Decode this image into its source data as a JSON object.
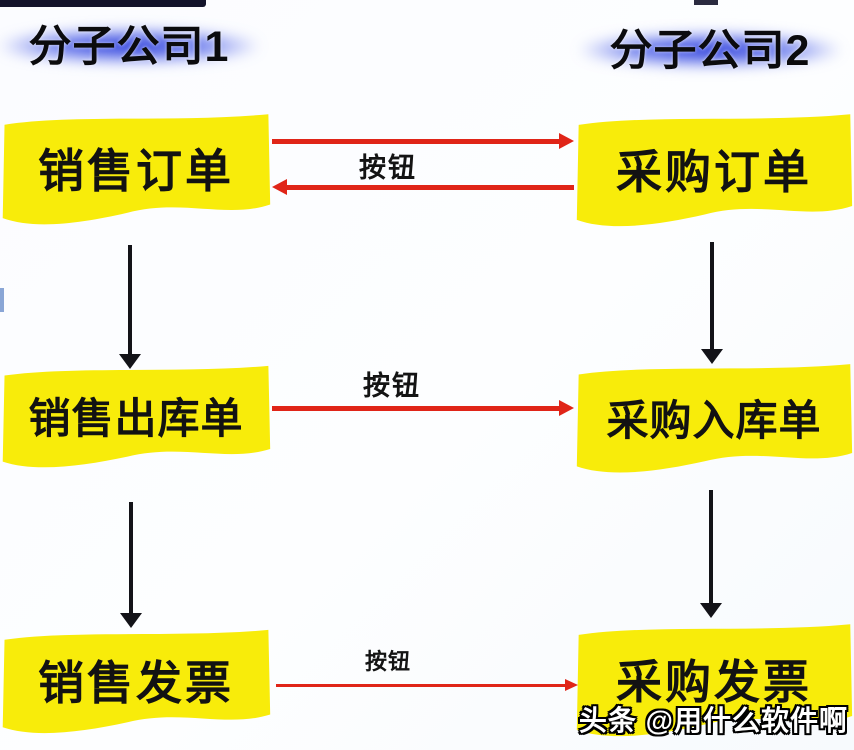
{
  "diagram": {
    "left_column": {
      "title": "分子公司1",
      "boxes": [
        "销售订单",
        "销售出库单",
        "销售发票"
      ]
    },
    "right_column": {
      "title": "分子公司2",
      "boxes": [
        "采购订单",
        "采购入库单",
        "采购发票"
      ]
    },
    "connectors": [
      {
        "label": "按钮",
        "from": "销售订单",
        "to": "采购订单",
        "direction": "both"
      },
      {
        "label": "按钮",
        "from": "销售出库单",
        "to": "采购入库单",
        "direction": "right"
      },
      {
        "label": "按钮",
        "from": "销售发票",
        "to": "采购发票",
        "direction": "right"
      }
    ]
  },
  "watermark": {
    "text": "头条 @用什么软件啊"
  },
  "colors": {
    "box_fill": "#f8ec0a",
    "arrow_red": "#e02518",
    "arrow_dark": "#131318",
    "title_glow": "#2636d8"
  }
}
